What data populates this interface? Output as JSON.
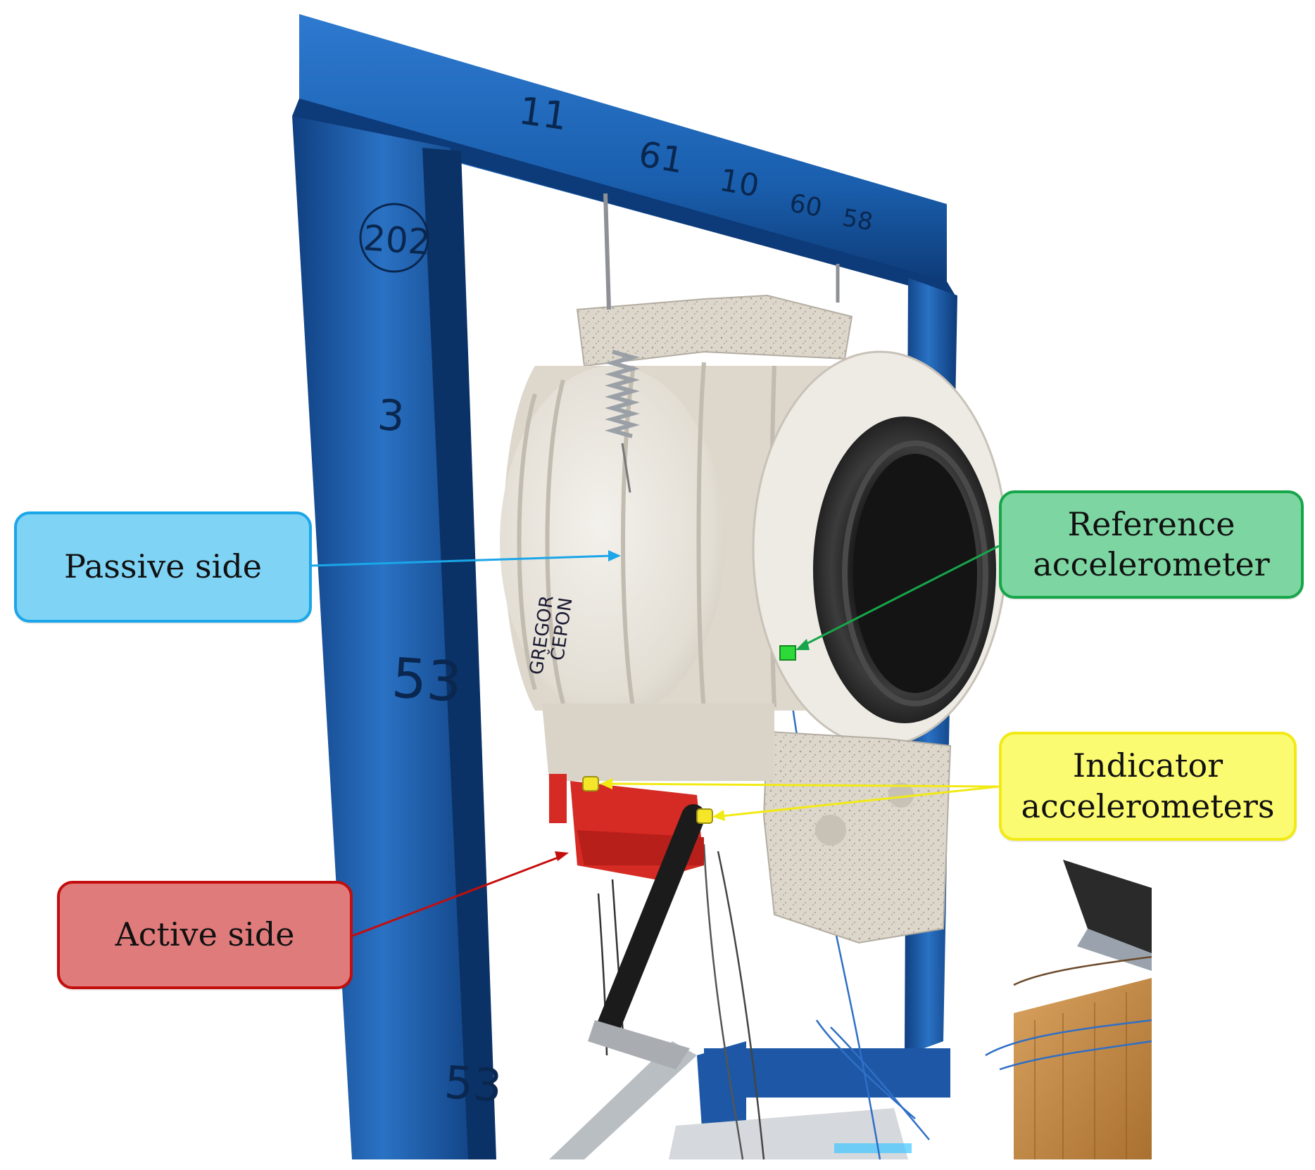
{
  "photo": {
    "frame_marks": [
      "11",
      "61",
      "10",
      "60",
      "58",
      "202",
      "3",
      "53",
      "53"
    ],
    "drum_handwriting": [
      "GREGOR",
      "ČEPON"
    ]
  },
  "callouts": {
    "passive": {
      "lines": [
        "Passive side"
      ],
      "fill": "#7fd3f5",
      "border": "#1aa6e8",
      "arrow": "#1aa6e8"
    },
    "reference": {
      "lines": [
        "Reference",
        "accelerometer"
      ],
      "fill": "#7dd6a1",
      "border": "#16a64a",
      "arrow": "#16a64a"
    },
    "indicator": {
      "lines": [
        "Indicator",
        "accelerometers"
      ],
      "fill": "#fbfb71",
      "border": "#f2ea15",
      "arrow": "#f2ea15"
    },
    "active": {
      "lines": [
        "Active side"
      ],
      "fill": "#e07b7b",
      "border": "#c40d0d",
      "arrow": "#c40d0d"
    }
  },
  "colors": {
    "frame_blue": "#1a5fae",
    "drum_white": "#e9e5de",
    "seal_black": "#2b2b2b",
    "actuator_red": "#d62a24",
    "wood_bench": "#c58a4a"
  }
}
